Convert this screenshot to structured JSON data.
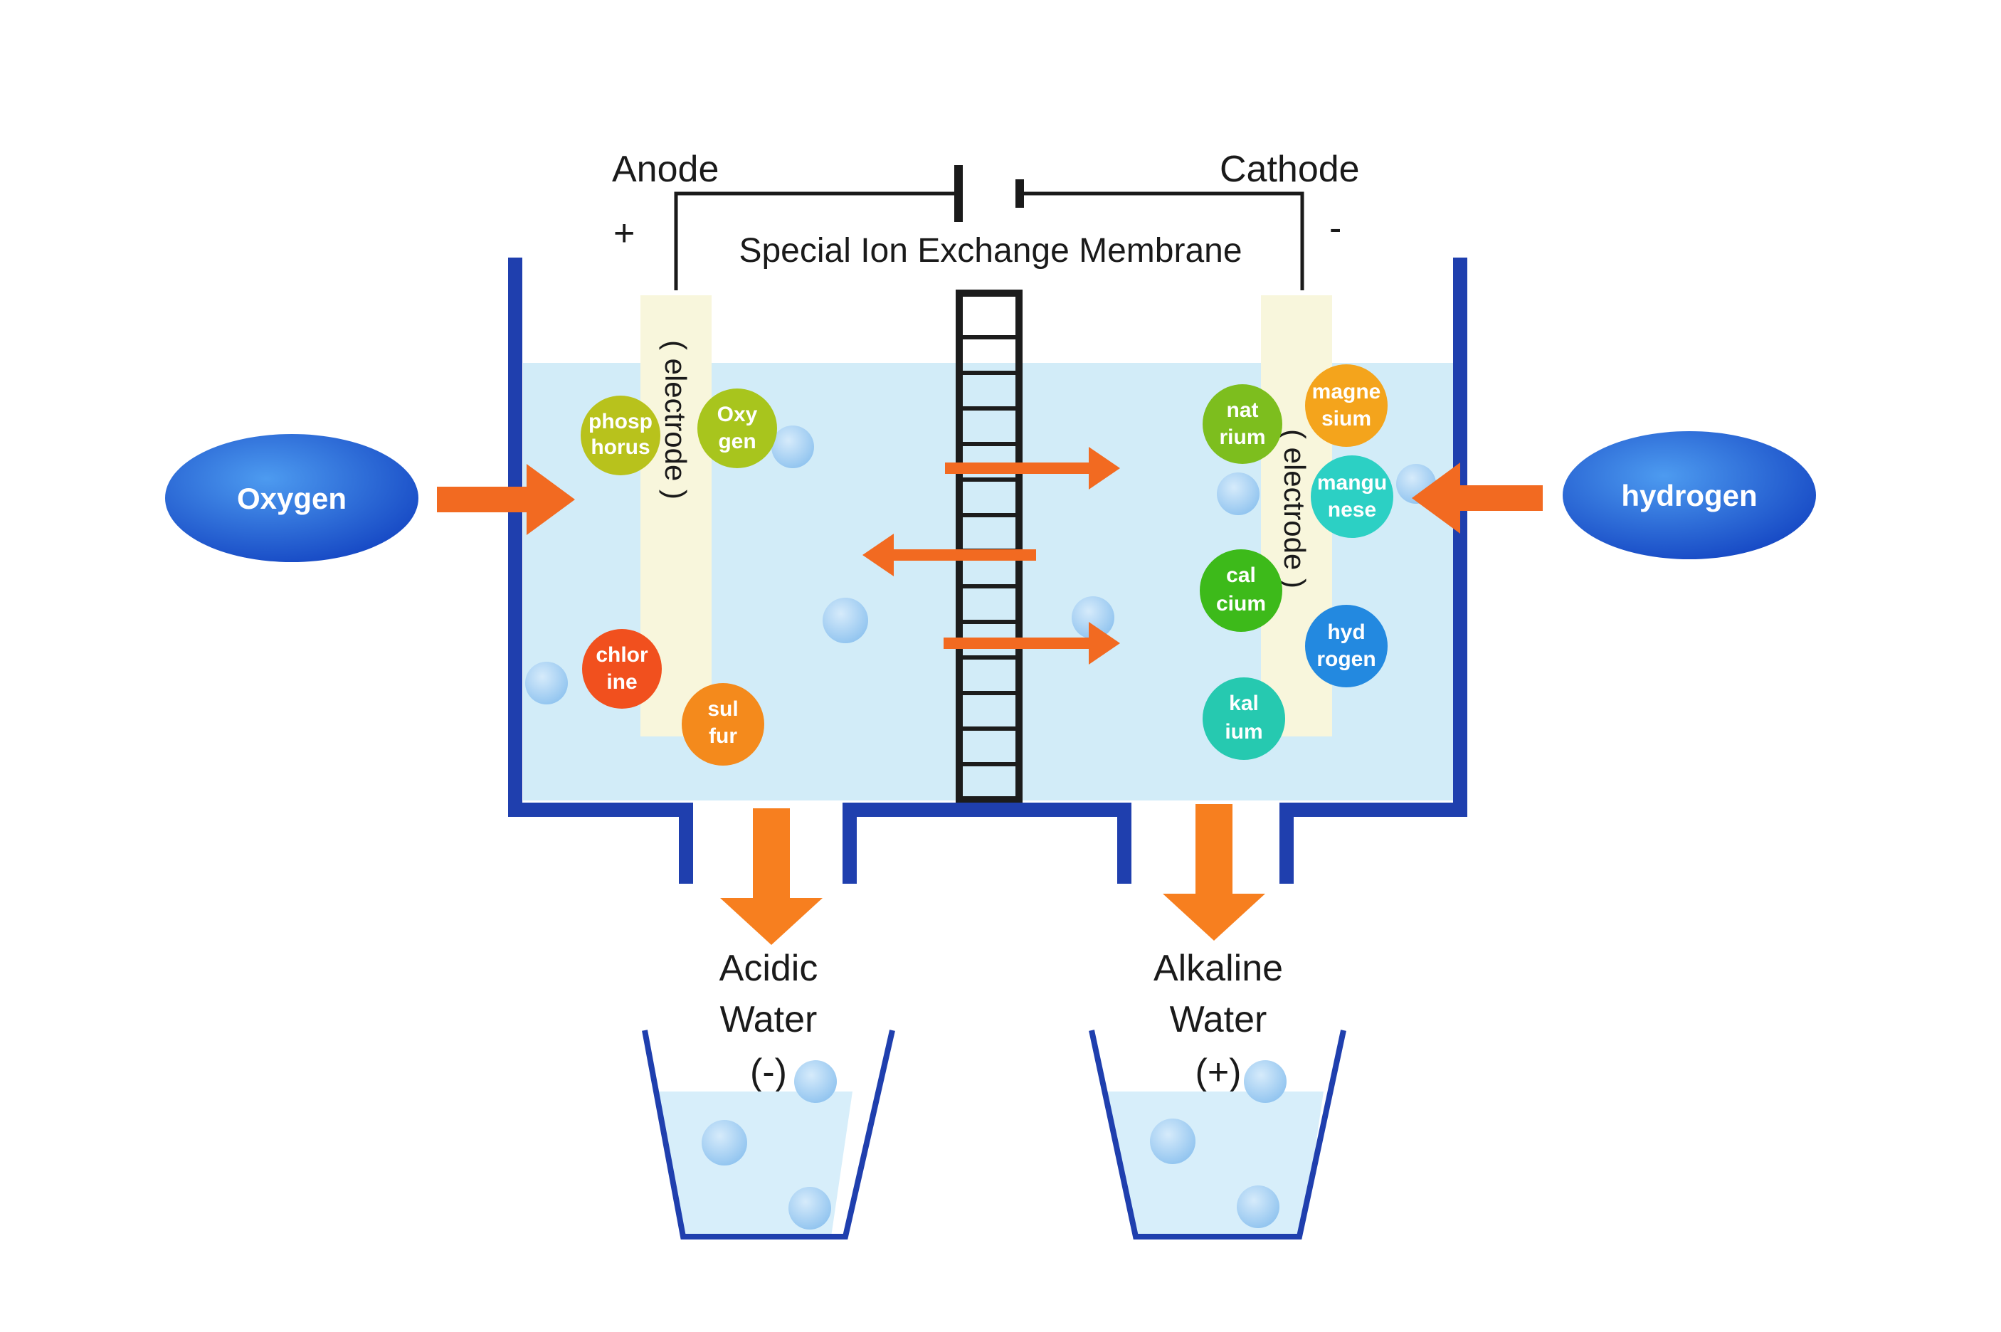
{
  "labels": {
    "anode": "Anode",
    "cathode": "Cathode",
    "anode_sign": "+",
    "cathode_sign": "-",
    "membrane": "Special Ion Exchange Membrane",
    "electrode_left": "( electrode )",
    "electrode_right": "( electrode )",
    "oxygen": "Oxygen",
    "hydrogen": "hydrogen",
    "acidic_line1": "Acidic",
    "acidic_line2": "Water",
    "acidic_sign": "(-)",
    "alkaline_line1": "Alkaline",
    "alkaline_line2": "Water",
    "alkaline_sign": "(+)"
  },
  "ions": {
    "phosphorus": [
      "phosp",
      "horus"
    ],
    "oxygen": [
      "Oxy",
      "gen"
    ],
    "chlorine": [
      "chlor",
      "ine"
    ],
    "sulfur": [
      "sul",
      "fur"
    ],
    "sodium": [
      "nat",
      "rium"
    ],
    "magnesium": [
      "magne",
      "sium"
    ],
    "manganese": [
      "mangu",
      "nese"
    ],
    "calcium": [
      "cal",
      "cium"
    ],
    "hydrogen": [
      "hyd",
      "rogen"
    ],
    "potassium": [
      "kal",
      "ium"
    ]
  },
  "colors": {
    "tank_wall": "#1f3fae",
    "water": "#d2ecf8",
    "arrow": "#f26a21",
    "drain_arrow": "#f77f1f",
    "gas_bubble": "#1a5fd0",
    "electrode": "#f8f6dc"
  }
}
